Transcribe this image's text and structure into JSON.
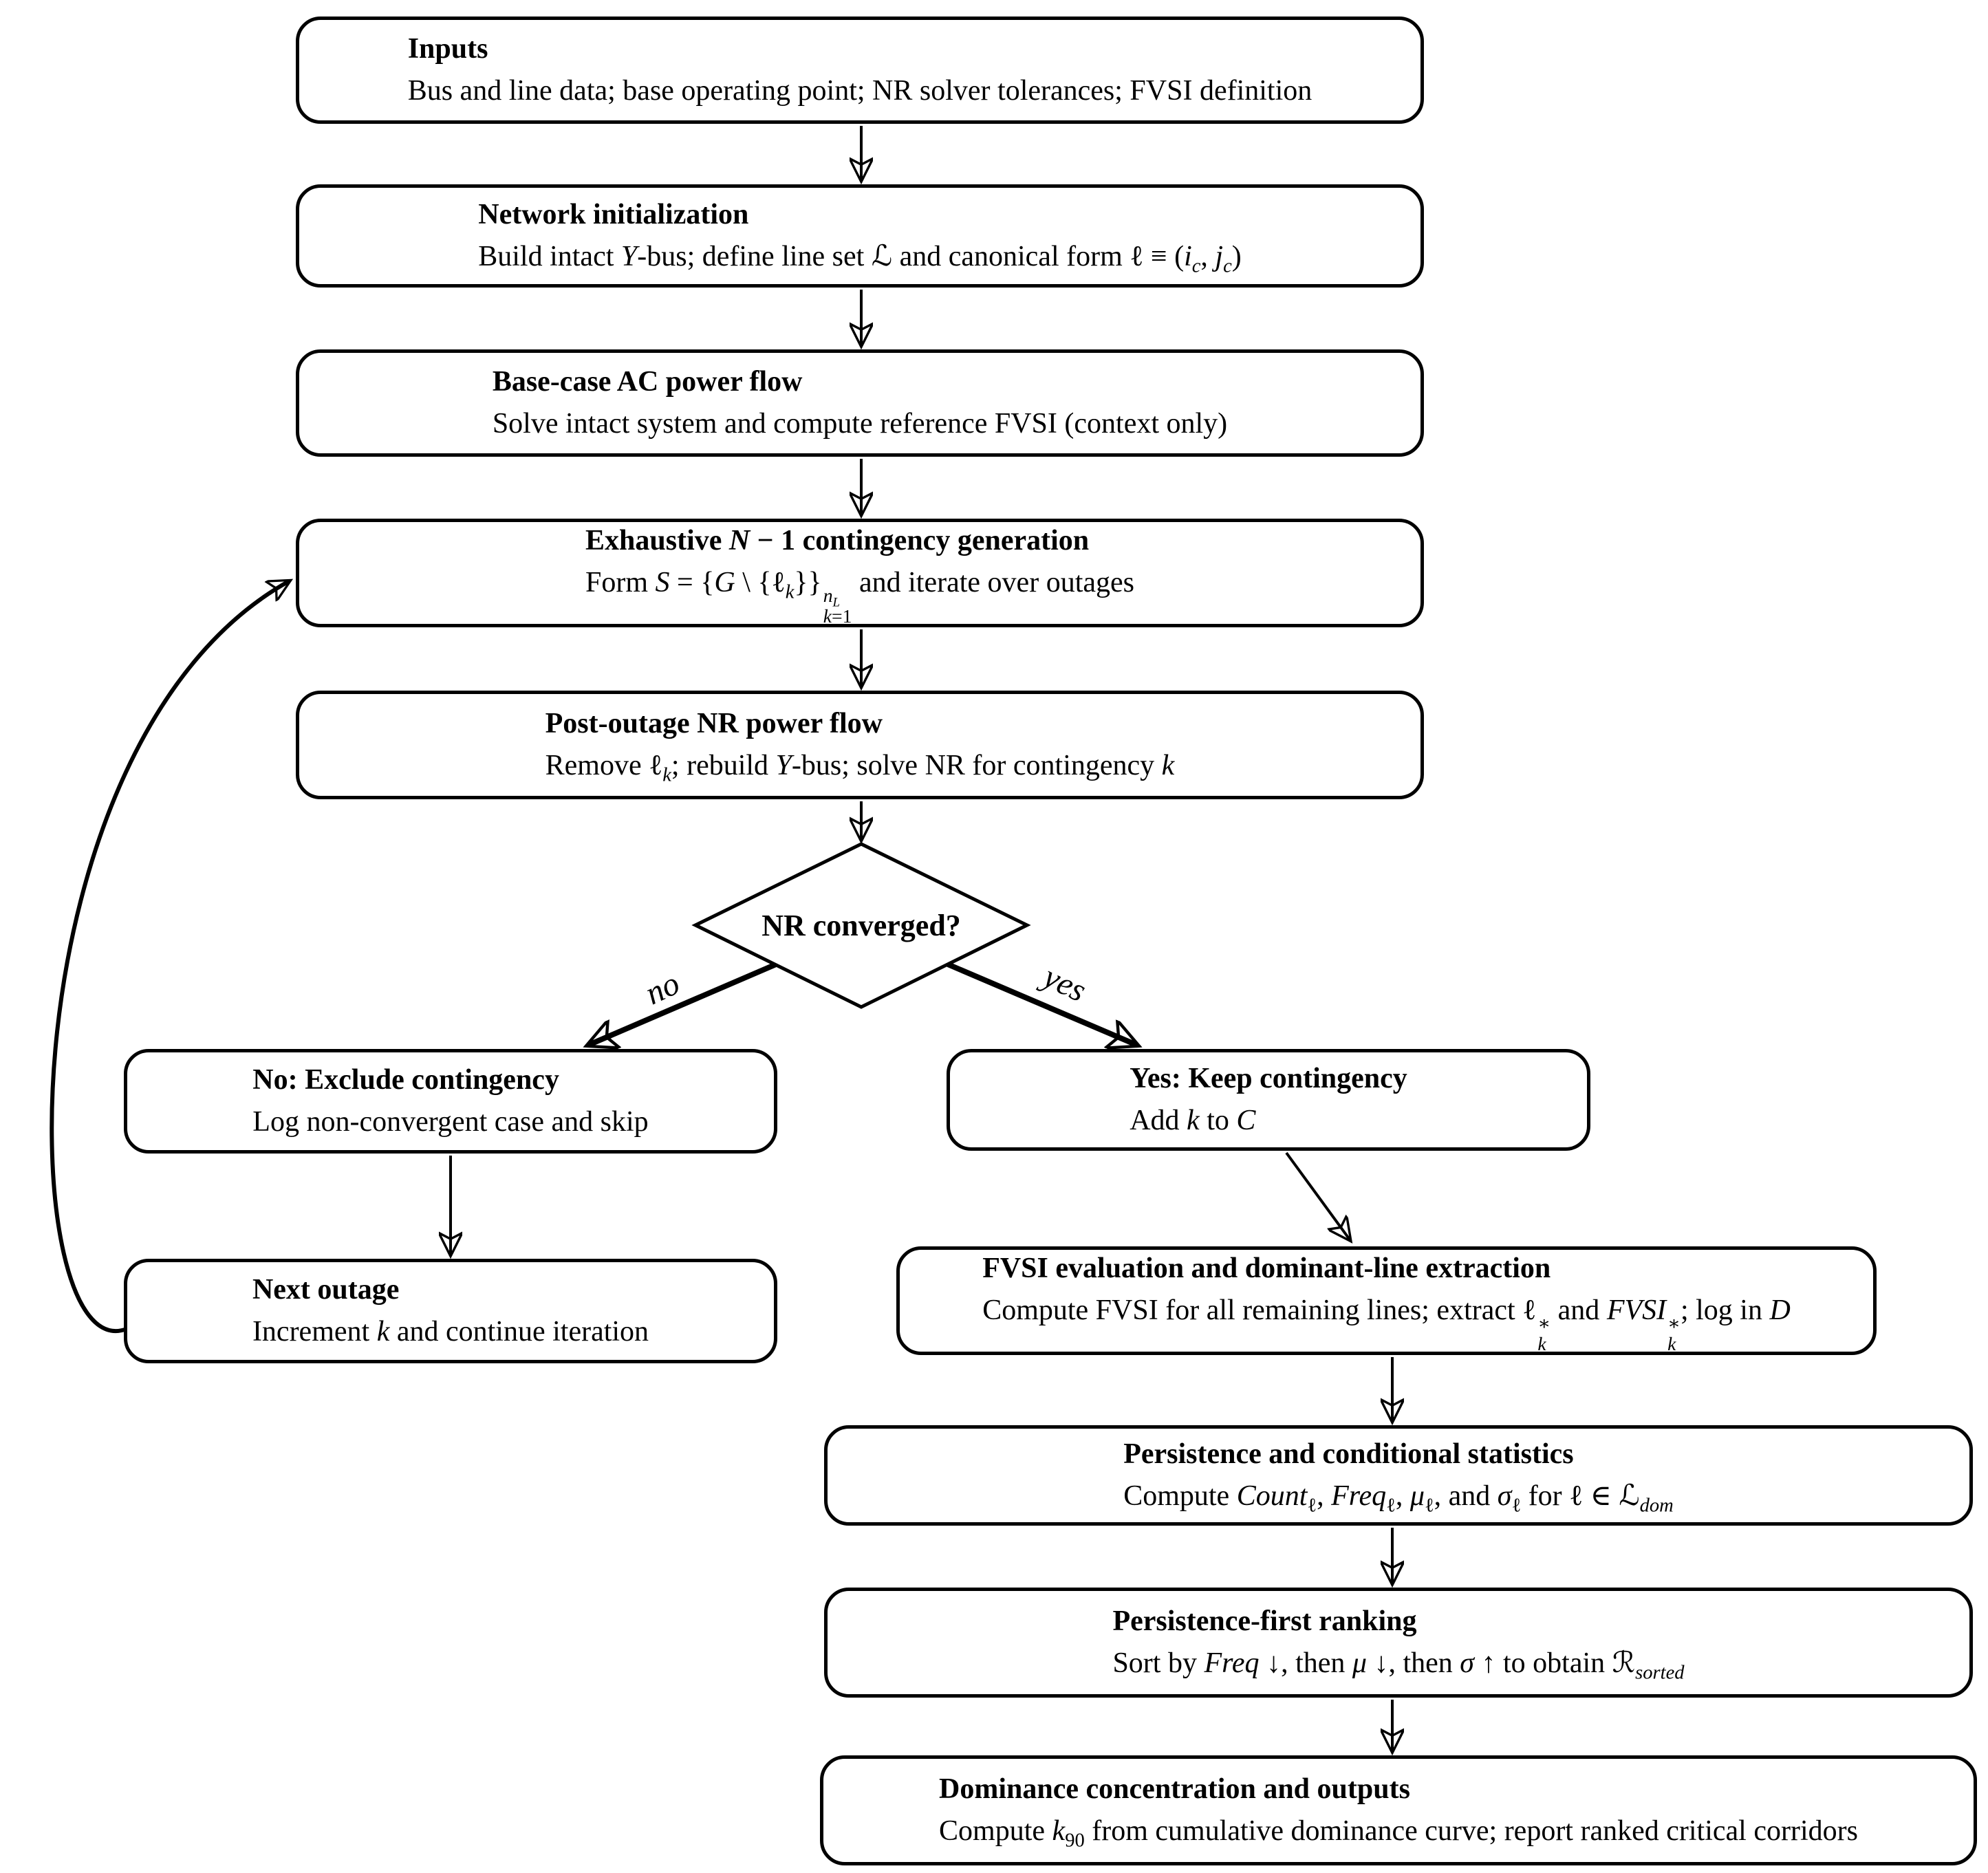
{
  "figure": {
    "background": "#ffffff",
    "line_color": "#000000",
    "nodes": {
      "inputs": {
        "title": "Inputs",
        "body": "Bus and line data; base operating point; NR solver tolerances; FVSI definition"
      },
      "network_init": {
        "title": "Network initialization",
        "body": "Build intact <i>Y</i>-bus; define line set ℒ and canonical form ℓ ≡ (<i>i</i><sub><i>c</i></sub>, <i>j</i><sub><i>c</i></sub>)"
      },
      "base_case": {
        "title": "Base-case AC power flow",
        "body": "Solve intact system and compute reference FVSI (context only)"
      },
      "contingency_gen": {
        "title": "Exhaustive <i>N</i> − 1 contingency generation",
        "body": "Form <i>S</i> = {<i>G</i> \\ {ℓ<sub><i>k</i></sub>}}<span class='ss'><span class='t'><i>n</i><sub><i>L</i></sub></span><span class='b'><i>k</i>=1</span></span> and iterate over outages"
      },
      "post_outage": {
        "title": "Post-outage NR power flow",
        "body": "Remove ℓ<sub><i>k</i></sub>; rebuild <i>Y</i>-bus; solve NR for contingency <i>k</i>"
      },
      "decision": {
        "label": "NR converged?"
      },
      "exclude": {
        "title": "No: Exclude contingency",
        "body": "Log non-convergent case and skip"
      },
      "keep": {
        "title": "Yes: Keep contingency",
        "body": "Add <i>k</i> to <i>C</i>"
      },
      "next_outage": {
        "title": "Next outage",
        "body": "Increment <i>k</i> and continue iteration"
      },
      "fvsi_eval": {
        "title": "FVSI evaluation and dominant-line extraction",
        "body": "Compute FVSI for all remaining lines; extract ℓ<span class='ss'><span class='t'>∗</span><span class='b'><i>k</i></span></span> and <i>FVSI</i><span class='ss'><span class='t'>∗</span><span class='b'><i>k</i></span></span>; log in <i>D</i>"
      },
      "stats": {
        "title": "Persistence and conditional statistics",
        "body": "Compute <i>Count</i><sub>ℓ</sub>, <i>Freq</i><sub>ℓ</sub>, <i>μ</i><sub>ℓ</sub>, and <i>σ</i><sub>ℓ</sub> for ℓ ∈ ℒ<sub><i>dom</i></sub>"
      },
      "ranking": {
        "title": "Persistence-first ranking",
        "body": "Sort by <i>Freq</i> ↓, then <i>μ</i> ↓, then <i>σ</i> ↑ to obtain ℛ<sub><i>sorted</i></sub>"
      },
      "outputs": {
        "title": "Dominance concentration and outputs",
        "body": "Compute <i>k</i><sub>90</sub> from cumulative dominance curve; report ranked critical corridors"
      }
    },
    "edge_labels": {
      "no": "no",
      "yes": "yes"
    }
  }
}
